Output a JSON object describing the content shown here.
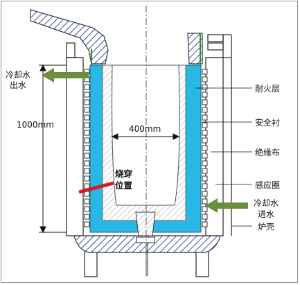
{
  "labels": {
    "cooling_out_line1": "冷却水",
    "cooling_out_line2": "出水",
    "cooling_in_line1": "冷却水",
    "cooling_in_line2": "进水",
    "height_dim": "1000mm",
    "width_dim": "400mm",
    "burn_line1": "烧穿",
    "burn_line2": "位置",
    "refractory": "耐火层",
    "safety_lining": "安全衬",
    "insulation": "绝缘布",
    "coil": "感应圈",
    "shell": "炉壳"
  },
  "colors": {
    "lining": "#29b7e3",
    "hatch": "#3b4fa8",
    "arrow": "#6b8f3a",
    "burn_marker": "#d81b1b",
    "outline": "#333333"
  }
}
